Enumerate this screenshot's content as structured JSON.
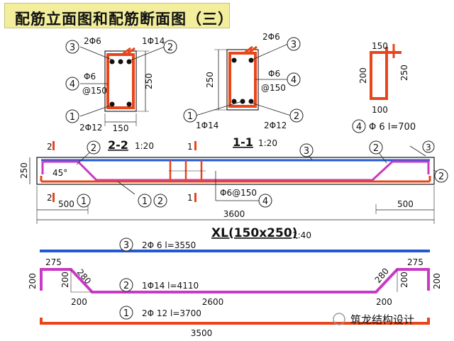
{
  "title": "配筋立面图和配筋断面图（三）",
  "colors": {
    "red": "#e8461a",
    "blue": "#2257d6",
    "magenta": "#c83ac4",
    "title_bg": "#f3ee9c",
    "dim": "#222222"
  },
  "section_22": {
    "label": "2-2",
    "scale": "1:20",
    "bars": [
      {
        "num": "3",
        "text": "2Φ6"
      },
      {
        "num": "2",
        "text": "1Φ14"
      },
      {
        "num": "4",
        "text": "Φ6",
        "spacing": "@150"
      },
      {
        "num": "1",
        "text": "2Φ12"
      }
    ],
    "dims": {
      "height": "250",
      "width": "150"
    }
  },
  "section_11": {
    "label": "1-1",
    "scale": "1:20",
    "bars": [
      {
        "num": "3",
        "text": "2Φ6"
      },
      {
        "num": "4",
        "text": "Φ6",
        "spacing": "@150"
      },
      {
        "num": "1",
        "text": "1Φ14"
      },
      {
        "num": "2",
        "text": "2Φ12"
      }
    ],
    "dims": {
      "height": "250"
    }
  },
  "stirrup": {
    "dims": {
      "top": "150",
      "left": "200",
      "right": "250",
      "bottom": "100"
    },
    "caption_num": "4",
    "caption": "Φ 6  l=700"
  },
  "elevation": {
    "label": "XL(150x250)",
    "scale": "1:40",
    "height_dim": "250",
    "angle": "45°",
    "stirrup_label": "Φ6@150",
    "stirrup_num": "4",
    "dims": {
      "left": "500",
      "right": "500",
      "total": "3600"
    },
    "section_marks": [
      {
        "num": "2",
        "pos": "left-top"
      },
      {
        "num": "2",
        "pos": "left-bottom"
      },
      {
        "num": "1",
        "pos": "mid-top"
      },
      {
        "num": "1",
        "pos": "mid-bottom"
      }
    ],
    "callouts": [
      "2",
      "3",
      "2",
      "3",
      "2",
      "1",
      "2"
    ]
  },
  "bar_schedule": [
    {
      "num": "3",
      "text": "2Φ 6  l=3550"
    },
    {
      "num": "2",
      "text": "1Φ14  l=4110",
      "dims": {
        "hook_left": "275",
        "hook_right": "275",
        "rise_left": "200",
        "rise_right": "200",
        "diag_left": "280",
        "diag_right": "280",
        "base_left": "200",
        "base_right": "200",
        "middle": "2600"
      }
    },
    {
      "num": "1",
      "text": "2Φ 12  l=3700",
      "dims": {
        "length": "3500"
      }
    }
  ],
  "watermark": "筑龙结构设计"
}
